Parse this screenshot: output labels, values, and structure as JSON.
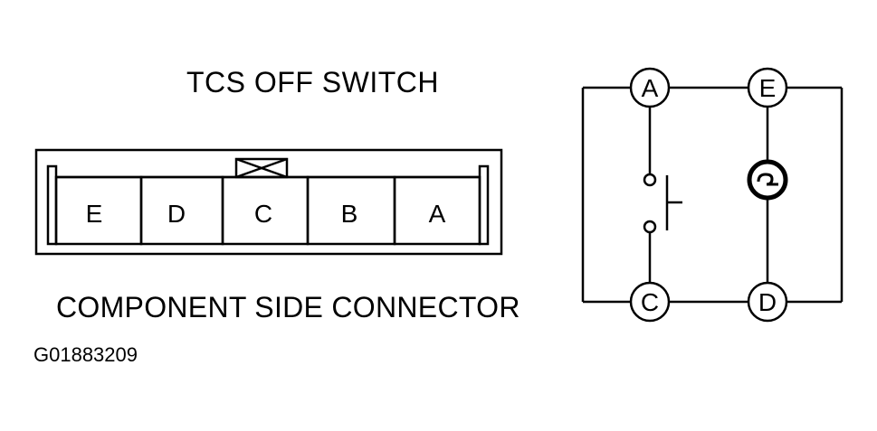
{
  "header": {
    "title": "TCS OFF SWITCH"
  },
  "connector": {
    "label": "COMPONENT SIDE CONNECTOR",
    "pins": [
      "E",
      "D",
      "C",
      "B",
      "A"
    ]
  },
  "schematic": {
    "terminals": {
      "top_left": "A",
      "top_right": "E",
      "bottom_left": "C",
      "bottom_right": "D"
    }
  },
  "footer": {
    "code": "G01883209"
  }
}
